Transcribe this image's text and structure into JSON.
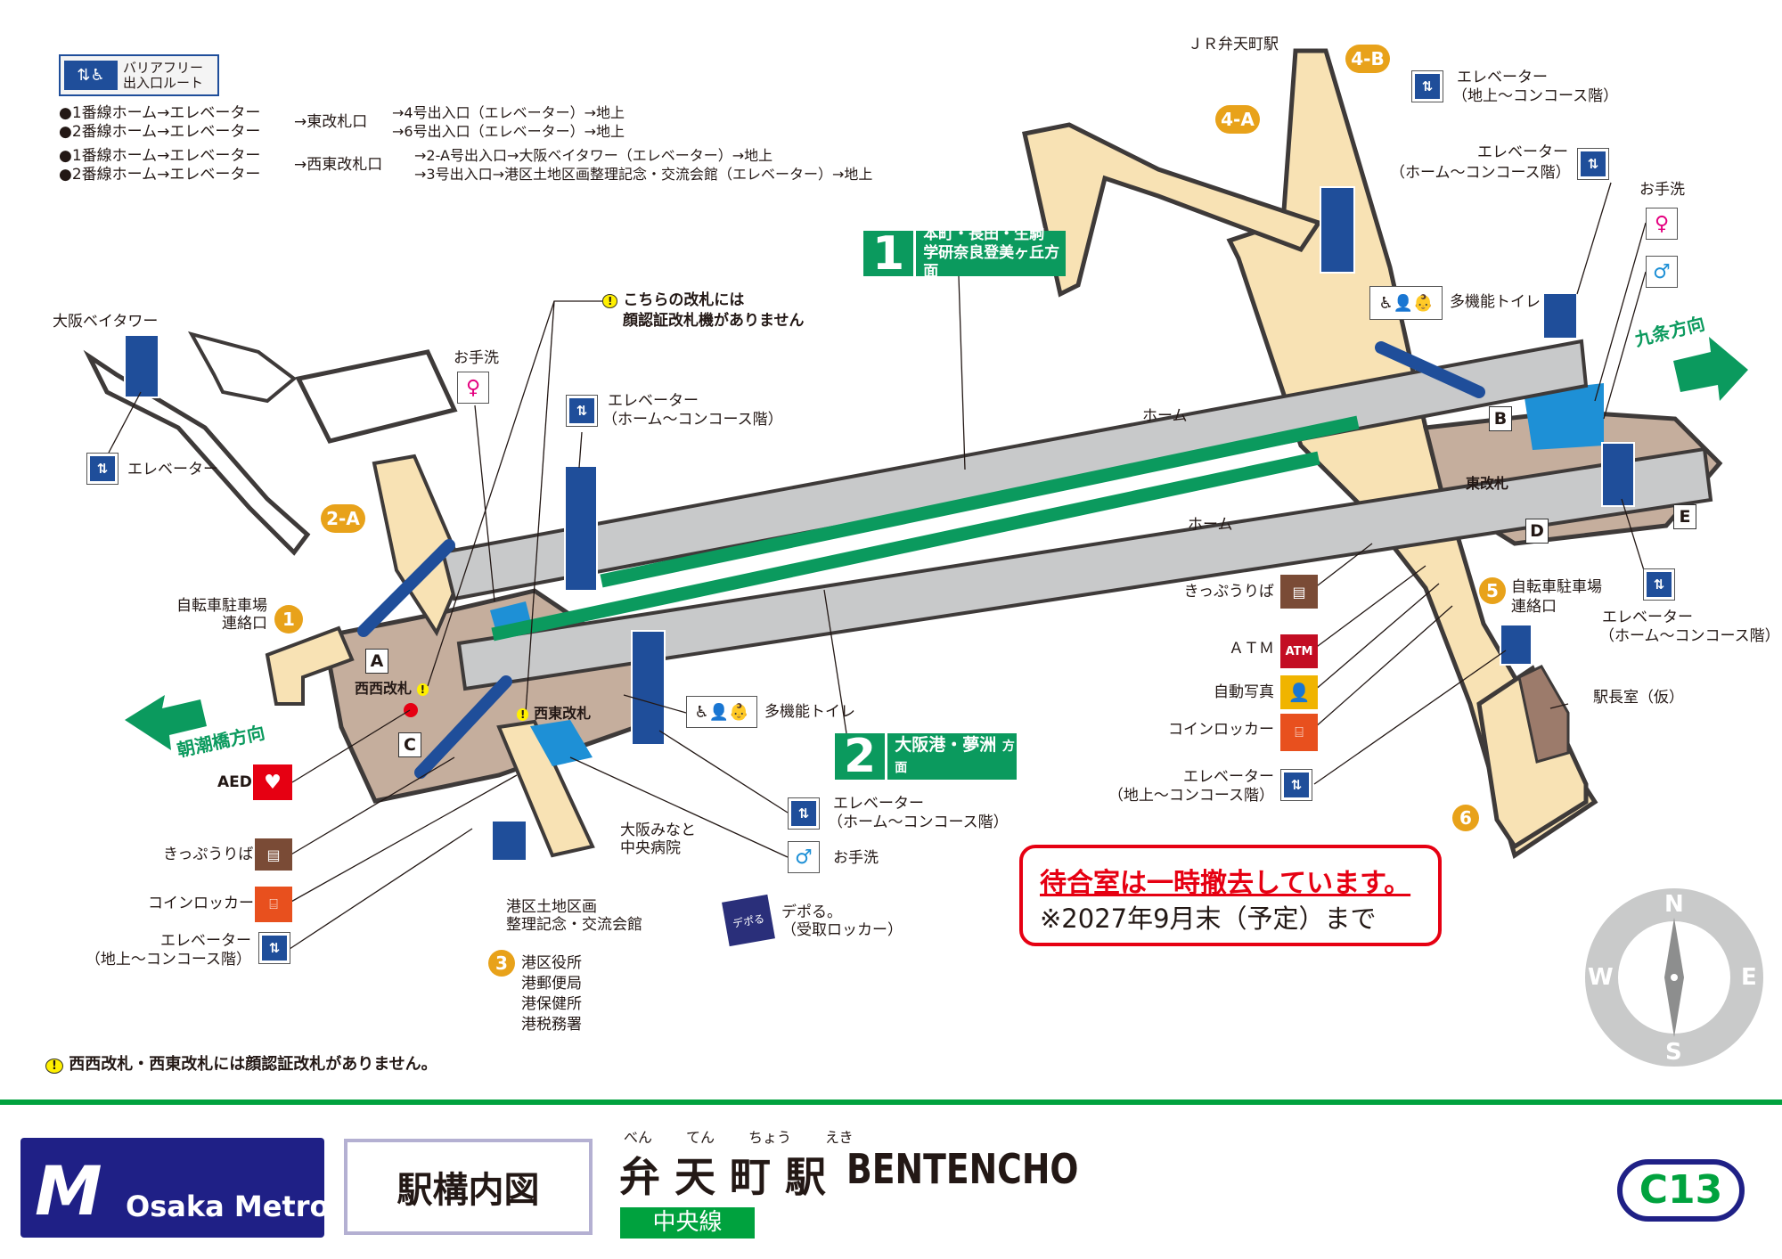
{
  "legend": {
    "badge_title_line1": "バリアフリー",
    "badge_title_line2": "出入口ルート",
    "routes": [
      {
        "from1": "●1番線ホーム→エレベーター",
        "from2": "●2番線ホーム→エレベーター",
        "gate": "→東改札口",
        "to1": "→4号出入口（エレベーター）→地上",
        "to2": "→6号出入口（エレベーター）→地上"
      },
      {
        "from1": "●1番線ホーム→エレベーター",
        "from2": "●2番線ホーム→エレベーター",
        "gate": "→西東改札口",
        "to1": "→2-A号出入口→大阪ベイタワー（エレベーター）→地上",
        "to2": "→3号出入口→港区土地区画整理記念・交流会館（エレベーター）→地上"
      }
    ]
  },
  "map": {
    "jr_station": "ＪＲ弁天町駅",
    "exits": {
      "e4b": "4-B",
      "e4a": "4-A",
      "e2a": "2-A",
      "e1": "1",
      "e3": "3",
      "e5": "5",
      "e6": "6"
    },
    "gate_letters": {
      "a": "A",
      "b": "B",
      "c": "C",
      "d": "D",
      "e": "E"
    },
    "platform1": {
      "number": "1",
      "line1": "本町・長田・生駒",
      "line2": "学研奈良登美ヶ丘方面"
    },
    "platform2": {
      "number": "2",
      "line1": "大阪港・夢洲",
      "suffix": "方面"
    },
    "home_label": "ホーム",
    "west_west_gate": "西西改札",
    "west_east_gate": "西東改札",
    "east_gate": "東改札",
    "face_notice_line1": "こちらの改札には",
    "face_notice_line2": "顔認証改札機がありません",
    "osaka_bay_tower": "大阪ベイタワー",
    "elevator": "エレベーター",
    "elevator_home_concourse": "（ホーム〜コンコース階）",
    "elevator_ground_concourse": "（地上〜コンコース階）",
    "toilet": "お手洗",
    "multi_toilet": "多機能トイレ",
    "bicycle_parking_1": "自転車駐車場",
    "bicycle_parking_2": "連絡口",
    "to_asashiobashi": "朝潮橋方向",
    "to_kujo": "九条方向",
    "aed": "AED",
    "aed_icon": "heart-aed-icon",
    "ticket": "きっぷうりば",
    "coin_locker": "コインロッカー",
    "atm": "ＡＴＭ",
    "atm_icon_text": "ATM",
    "photo_booth": "自動写真",
    "station_master": "駅長室（仮）",
    "hospital_line1": "大阪みなと",
    "hospital_line2": "中央病院",
    "land_memorial_line1": "港区土地区画",
    "land_memorial_line2": "整理記念・交流会館",
    "exit3_places": [
      "港区役所",
      "港郵便局",
      "港保健所",
      "港税務署"
    ],
    "depol_line1": "デポる。",
    "depol_line2": "（受取ロッカー）",
    "depol_icon_text": "デポる"
  },
  "notice": {
    "title": "待合室は一時撤去しています。",
    "subtitle": "※2027年9月末（予定）まで",
    "title_color": "#e60012"
  },
  "compass": {
    "n": "N",
    "s": "S",
    "e": "E",
    "w": "W"
  },
  "footnote": "西西改札・西東改札には顔認証改札がありません。",
  "footer": {
    "brand": "Osaka Metro",
    "map_type": "駅構内図",
    "furigana": [
      "べん",
      "てん",
      "ちょう",
      "えき"
    ],
    "station_kanji": "弁 天 町 駅",
    "station_roman": "BENTENCHO",
    "line_name": "中央線",
    "station_code": "C13",
    "line_color": "#00a23e",
    "brand_color": "#1f2086"
  }
}
